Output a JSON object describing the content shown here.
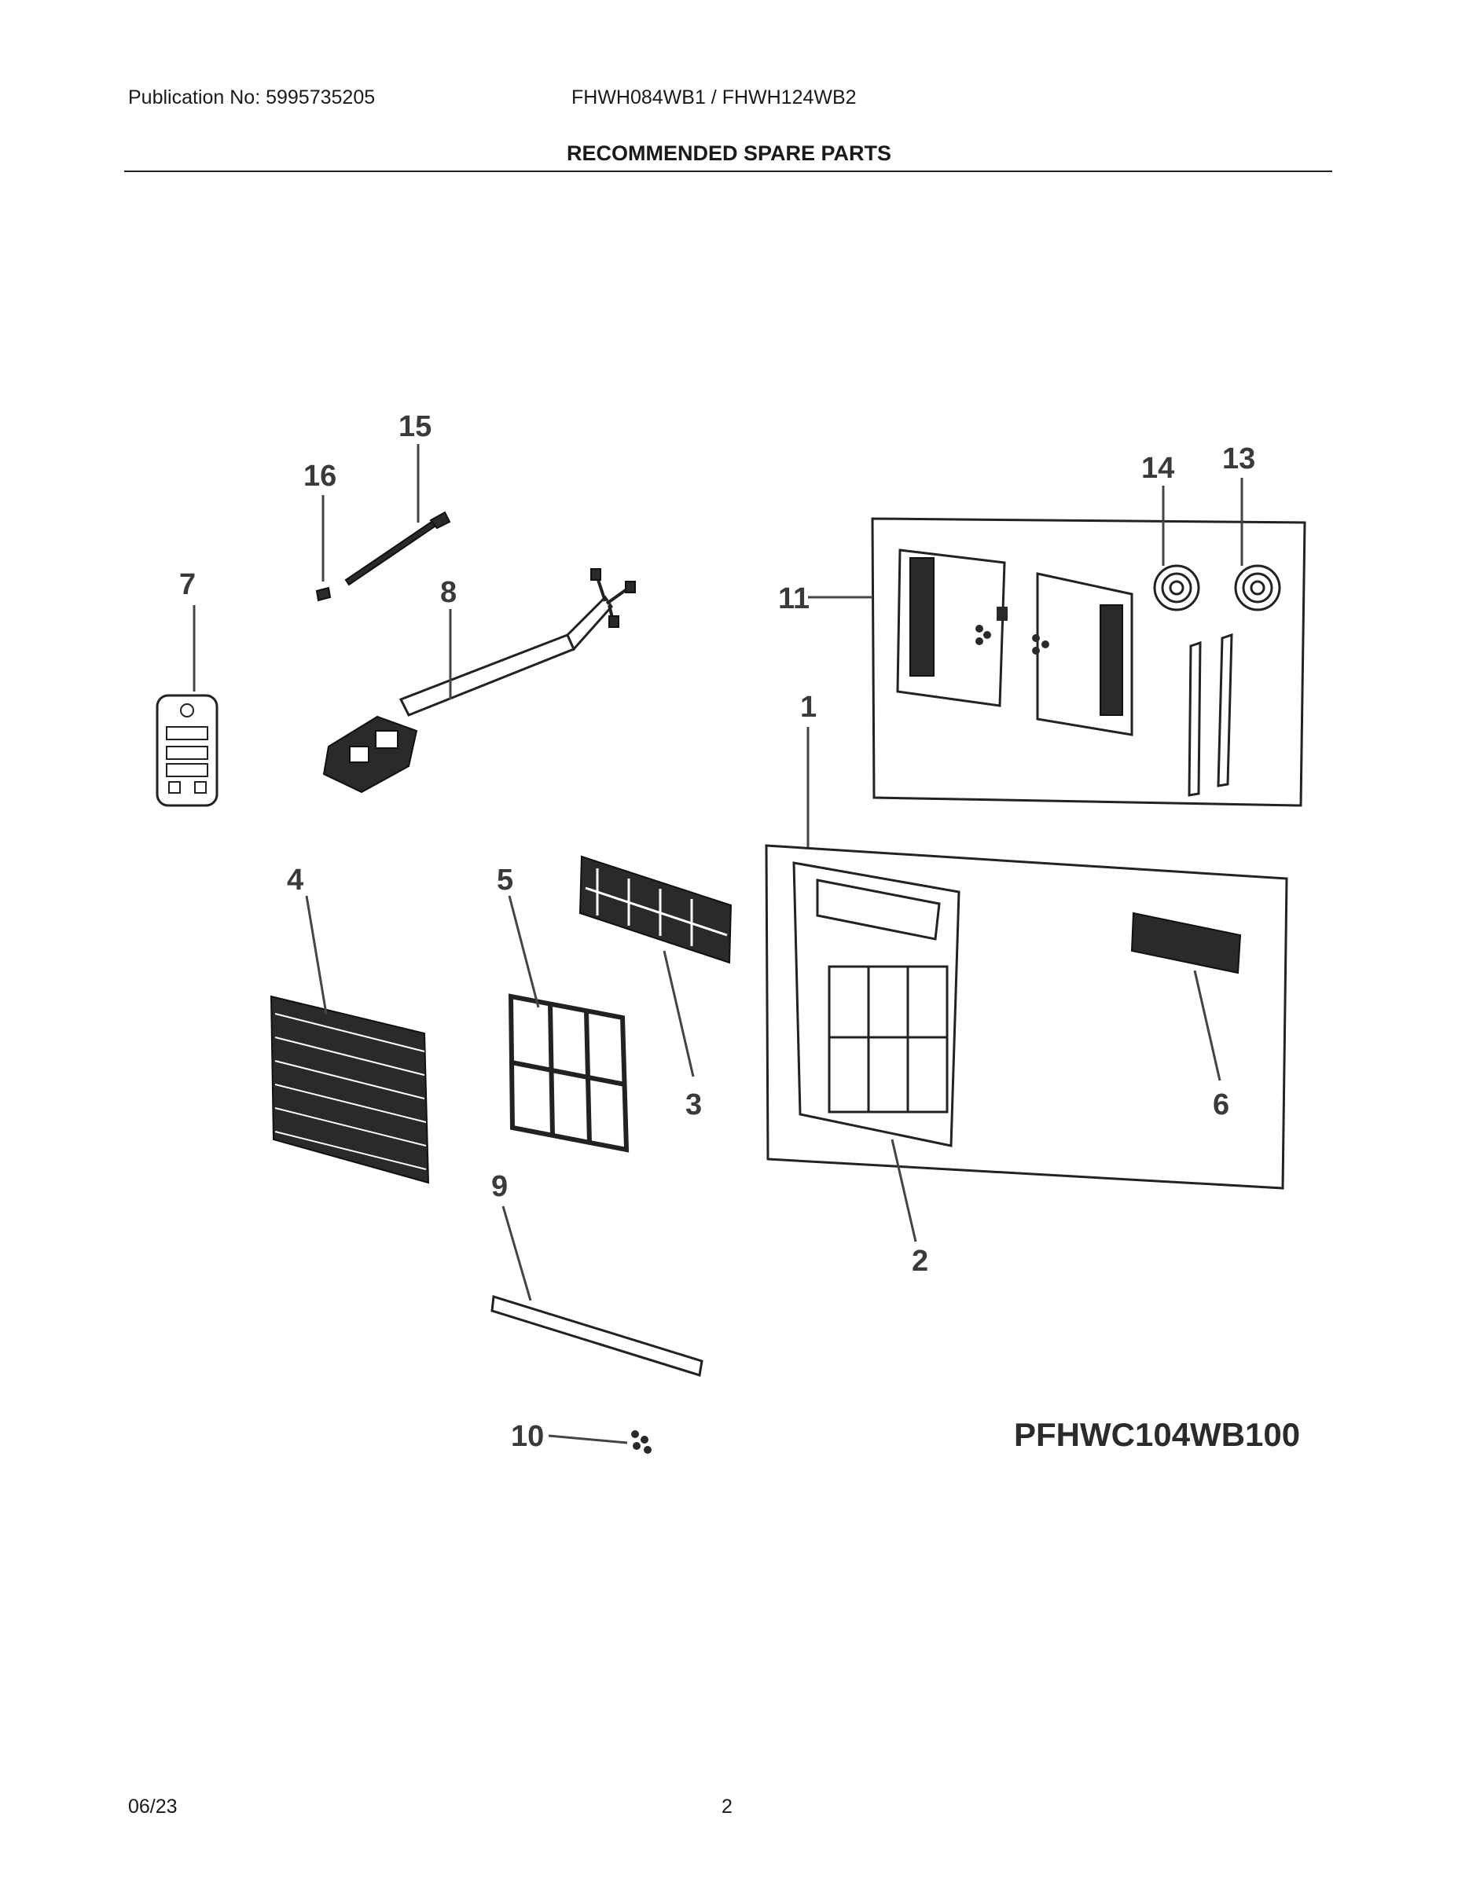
{
  "header": {
    "publication": "Publication No: 5995735205",
    "models": "FHWH084WB1 / FHWH124WB2",
    "section_title": "RECOMMENDED SPARE PARTS"
  },
  "diagram": {
    "id": "PFHWC104WB100",
    "callouts": [
      "1",
      "2",
      "3",
      "4",
      "5",
      "6",
      "7",
      "8",
      "9",
      "10",
      "11",
      "13",
      "14",
      "15",
      "16"
    ]
  },
  "footer": {
    "date": "06/23",
    "page": "2"
  }
}
